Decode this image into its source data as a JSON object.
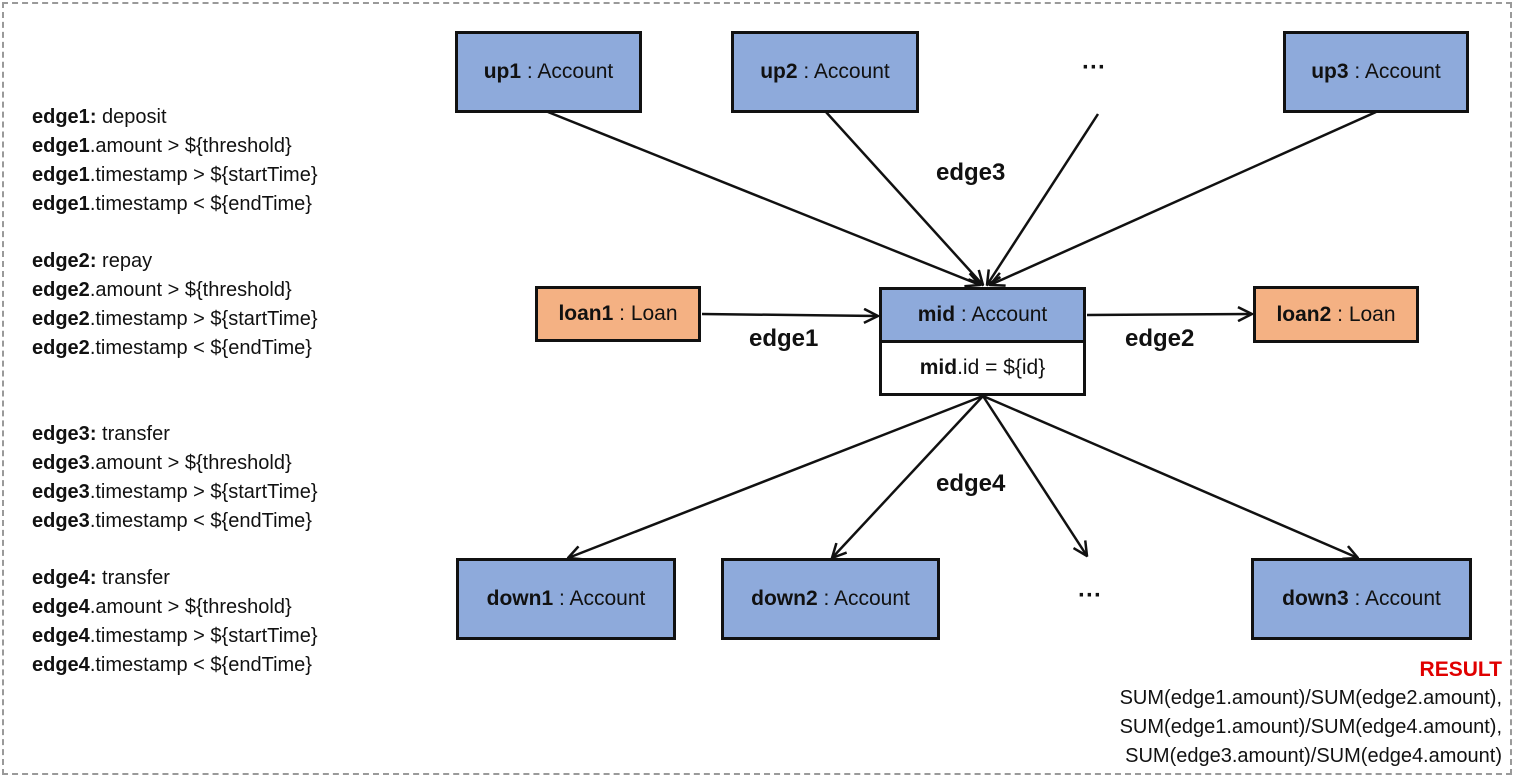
{
  "conditions": [
    {
      "edge": "edge1",
      "type": "deposit",
      "rules": [
        {
          "field": ".amount",
          "op": " > ",
          "value": "${threshold}"
        },
        {
          "field": ".timestamp",
          "op": " > ",
          "value": "${startTime}"
        },
        {
          "field": ".timestamp",
          "op": " < ",
          "value": "${endTime}"
        }
      ]
    },
    {
      "edge": "edge2",
      "type": "repay",
      "rules": [
        {
          "field": ".amount",
          "op": " > ",
          "value": "${threshold}"
        },
        {
          "field": ".timestamp",
          "op": " > ",
          "value": "${startTime}"
        },
        {
          "field": ".timestamp",
          "op": " < ",
          "value": "${endTime}"
        }
      ]
    },
    {
      "edge": "edge3",
      "type": "transfer",
      "rules": [
        {
          "field": ".amount",
          "op": " > ",
          "value": "${threshold}"
        },
        {
          "field": ".timestamp",
          "op": " > ",
          "value": "${startTime}"
        },
        {
          "field": ".timestamp",
          "op": " < ",
          "value": "${endTime}"
        }
      ]
    },
    {
      "edge": "edge4",
      "type": "transfer",
      "rules": [
        {
          "field": ".amount",
          "op": " > ",
          "value": "${threshold}"
        },
        {
          "field": ".timestamp",
          "op": " > ",
          "value": "${startTime}"
        },
        {
          "field": ".timestamp",
          "op": " < ",
          "value": "${endTime}"
        }
      ]
    }
  ],
  "nodes": {
    "up1": {
      "name": "up1",
      "type": " : Account"
    },
    "up2": {
      "name": "up2",
      "type": " : Account"
    },
    "up3": {
      "name": "up3",
      "type": " : Account"
    },
    "loan1": {
      "name": "loan1",
      "type": " : Loan"
    },
    "mid": {
      "name": "mid",
      "type": " : Account",
      "attr_name": "mid",
      "attr_rest": ".id = ${id}"
    },
    "loan2": {
      "name": "loan2",
      "type": " : Loan"
    },
    "down1": {
      "name": "down1",
      "type": " : Account"
    },
    "down2": {
      "name": "down2",
      "type": " : Account"
    },
    "down3": {
      "name": "down3",
      "type": " : Account"
    }
  },
  "ellipsis": "···",
  "edge_labels": {
    "edge1": "edge1",
    "edge2": "edge2",
    "edge3": "edge3",
    "edge4": "edge4"
  },
  "result": {
    "title": "RESULT",
    "lines": [
      "SUM(edge1.amount)/SUM(edge2.amount),",
      "SUM(edge1.amount)/SUM(edge4.amount),",
      "SUM(edge3.amount)/SUM(edge4.amount)"
    ]
  },
  "colors": {
    "account": "#8eaadb",
    "loan": "#f4b183",
    "result": "#e00000",
    "border": "#9a9a9a"
  }
}
